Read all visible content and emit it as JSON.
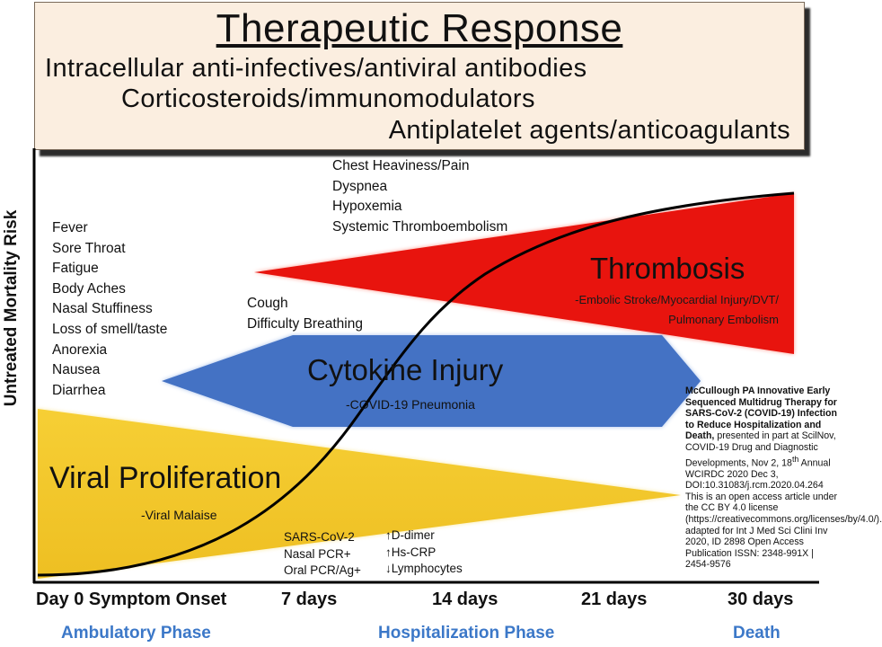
{
  "header": {
    "title": "Therapeutic Response",
    "lines": [
      "Intracellular anti-infectives/antiviral antibodies",
      "Corticosteroids/immunomodulators",
      "Antiplatelet agents/anticoagulants"
    ]
  },
  "y_axis_label": "Untreated Mortality Risk",
  "symptoms": {
    "early": [
      "Fever",
      "Sore Throat",
      "Fatigue",
      "Body Aches",
      "Nasal Stuffiness",
      "Loss of smell/taste",
      "Anorexia",
      "Nausea",
      "Diarrhea"
    ],
    "pulmonary": [
      "Cough",
      "Difficulty Breathing"
    ],
    "severe": [
      "Chest Heaviness/Pain",
      "Dyspnea",
      "Hypoxemia",
      "Systemic Thromboembolism"
    ]
  },
  "phases": {
    "thrombosis": {
      "label": "Thrombosis",
      "sub1": "-Embolic Stroke/Myocardial Injury/DVT/",
      "sub2": "Pulmonary Embolism",
      "color": "#e8140e"
    },
    "cytokine": {
      "label": "Cytokine Injury",
      "sub": "-COVID-19 Pneumonia",
      "color": "#4472c4"
    },
    "viral": {
      "label": "Viral Proliferation",
      "sub": "-Viral Malaise",
      "color": "#f2c62a"
    }
  },
  "tests": {
    "left": [
      "SARS-CoV-2",
      "Nasal PCR+",
      "Oral PCR/Ag+"
    ],
    "right": [
      "↑D-dimer",
      "↑Hs-CRP",
      "↓Lymphocytes"
    ]
  },
  "citation": {
    "bold": "McCullough PA Innovative Early Sequenced Multidrug Therapy for SARS-CoV-2 (COVID-19) Infection to Reduce Hospitalization and Death,",
    "rest_before_sup": "presented in part at ScilNov, COVID-19 Drug and Diagnostic Developments, Nov 2, 18",
    "sup": "th",
    "rest_after_sup": " Annual WCIRDC  2020 Dec 3, DOI:10.31083/j.rcm.2020.04.264 This is an open access article under the CC  BY 4.0 license (https://creativecommons.org/licenses/by/4.0/). adapted for Int J Med Sci Clini Inv 2020, ID 2898 Open Access Publication ISSN:  2348-991X | 2454-9576"
  },
  "x_ticks": [
    "Day 0 Symptom Onset",
    "7 days",
    "14 days",
    "21 days",
    "30 days"
  ],
  "phase_labels": [
    "Ambulatory Phase",
    "Hospitalization Phase",
    "Death"
  ],
  "colors": {
    "header_bg": "#fbeee0",
    "phase_text": "#3c78c8",
    "curve": "#000000"
  }
}
